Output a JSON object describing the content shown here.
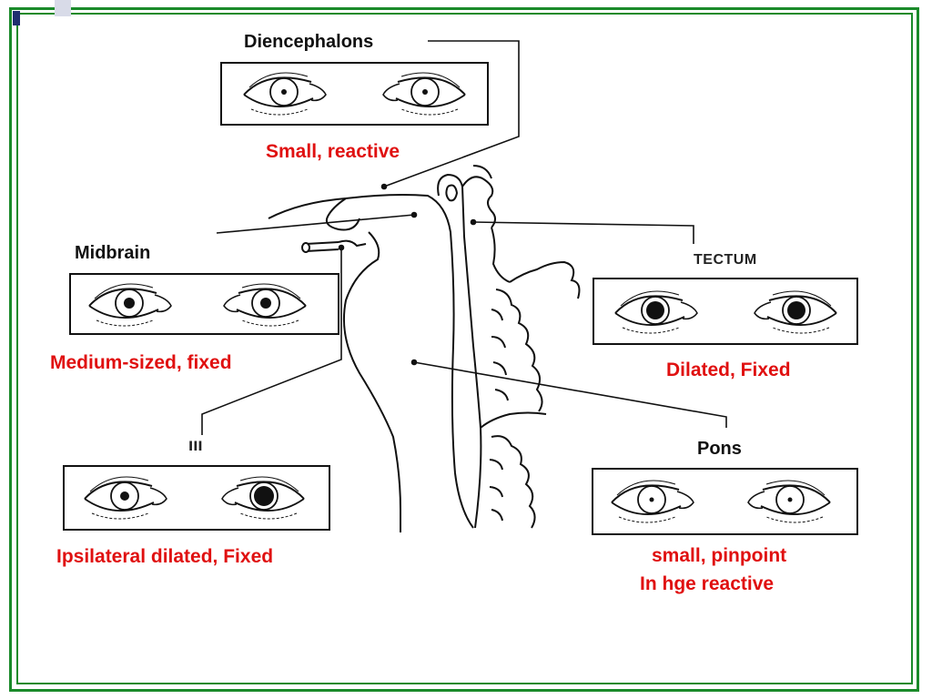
{
  "labels": {
    "diencephalons": "Diencephalons",
    "midbrain": "Midbrain",
    "tectum": "TECTUM",
    "pons": "Pons",
    "cn3": "III"
  },
  "descriptions": {
    "diencephalons": "Small, reactive",
    "midbrain": "Medium-sized, fixed",
    "tectum": "Dilated, Fixed",
    "cn3": "Ipsilateral dilated, Fixed",
    "pons_line1": "small, pinpoint",
    "pons_line2": "In hge reactive"
  },
  "colors": {
    "frame": "#1a8a2a",
    "description_text": "#e01010"
  }
}
